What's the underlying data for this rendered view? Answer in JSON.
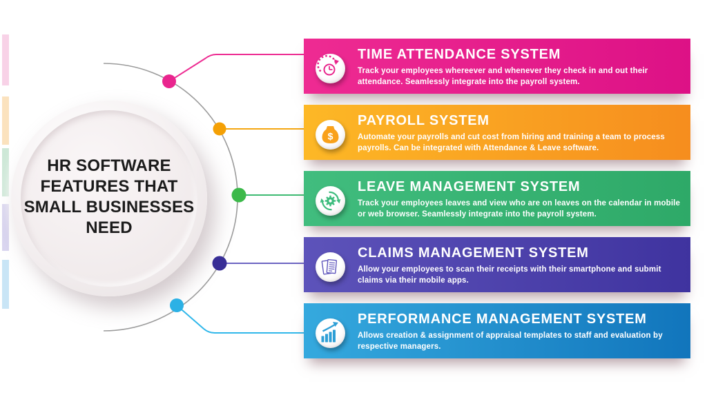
{
  "center": {
    "title_lines": [
      "HR SOFTWARE",
      "FEATURES THAT",
      "SMALL BUSINESSES",
      "NEED"
    ],
    "title_color": "#1b1b1b"
  },
  "features": [
    {
      "heading": "TIME ATTENDANCE SYSTEM",
      "description": "Track your employees whereever and whenever they check in and out their attendance. Seamlessly integrate into the payroll system.",
      "icon": "clock-icon",
      "colors": {
        "band_left": "#EE2B92",
        "band_right": "#DD1186",
        "dot": "#E9258E",
        "line": "#ED2C92",
        "icon": "#E8268C"
      }
    },
    {
      "heading": "PAYROLL SYSTEM",
      "description": "Automate your payrolls and cut  cost from hiring and training a team to process payrolls. Can be integrated with Attendance & Leave software.",
      "icon": "money-bag-icon",
      "colors": {
        "band_left": "#FDB826",
        "band_right": "#F68D1E",
        "dot": "#F4A005",
        "line": "#F5A60F",
        "icon": "#F9A11B"
      }
    },
    {
      "heading": "LEAVE MANAGEMENT SYSTEM",
      "description": "Track your employees leaves and view who are on leaves on the calendar in mobile or web browser. Seamlessly integrate into the payroll system.",
      "icon": "sync-gear-icon",
      "colors": {
        "band_left": "#41BD7E",
        "band_right": "#2EA968",
        "dot": "#3CB94A",
        "line": "#3DBB72",
        "icon": "#3DBC7D"
      }
    },
    {
      "heading": "CLAIMS MANAGEMENT SYSTEM",
      "description": "Allow your employees to scan their receipts with their smartphone and submit claims via their mobile apps.",
      "icon": "receipts-icon",
      "colors": {
        "band_left": "#5D53BA",
        "band_right": "#3F339F",
        "dot": "#382E96",
        "line": "#6B63C2",
        "icon": "#5E55BC"
      }
    },
    {
      "heading": "PERFORMANCE MANAGEMENT SYSTEM",
      "description": "Allows creation & assignment of appraisal templates to staff and evaluation by respective managers.",
      "icon": "growth-chart-icon",
      "colors": {
        "band_left": "#35A9DE",
        "band_right": "#1175BC",
        "dot": "#2CB1E5",
        "line": "#2FB7EA",
        "icon": "#2E9FD6"
      }
    }
  ],
  "decor": {
    "arc_color": "#9B9B9B",
    "left_strips": [
      "#F8D2E7",
      "#FBE2BE",
      "#CDE8D7",
      "#DAD6F0",
      "#C9E5F6"
    ]
  }
}
